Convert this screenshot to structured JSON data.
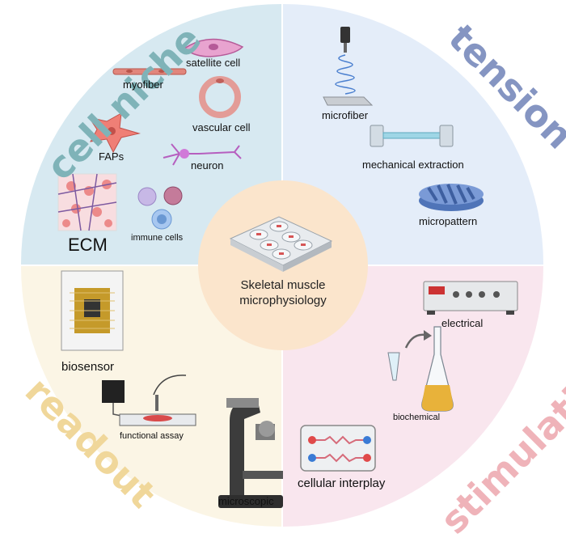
{
  "center": {
    "line1": "Skeletal muscle",
    "line2": "microphysiology"
  },
  "quadrants": {
    "cell_niche": "cell niche",
    "tension": "tension",
    "stimulation": "stimulation",
    "readout": "readout"
  },
  "labels": {
    "satellite_cell": "satellite cell",
    "myofiber": "myofiber",
    "vascular_cell": "vascular cell",
    "faps": "FAPs",
    "neuron": "neuron",
    "ecm": "ECM",
    "immune_cells": "immune cells",
    "microfiber": "microfiber",
    "mechanical_extraction": "mechanical extraction",
    "micropattern": "micropattern",
    "electrical": "electrical",
    "biochemical": "biochemical",
    "cellular_interplay": "cellular interplay",
    "biosensor": "biosensor",
    "functional_assay": "functional assay",
    "microscopic": "microscopic"
  },
  "colors": {
    "cell_niche_bg": "#d7e9f1",
    "tension_bg": "#e4edf9",
    "stimulation_bg": "#f9e6ee",
    "readout_bg": "#fbf5e5",
    "center_bg": "#fbe5cc",
    "cell_niche_text": "#7fb3b8",
    "tension_text": "#8595c2",
    "stimulation_text": "#efb3b9",
    "readout_text": "#f0d79a"
  }
}
